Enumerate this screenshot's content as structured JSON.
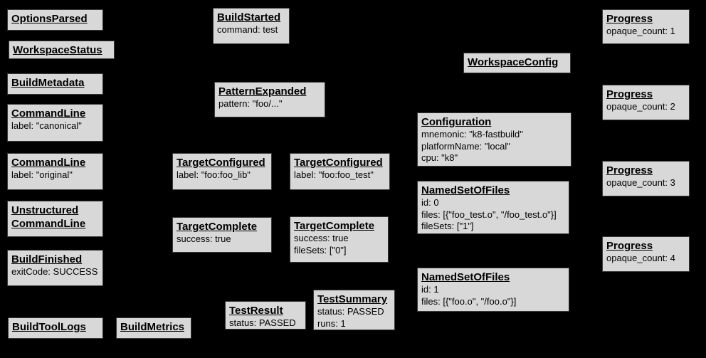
{
  "diagram": {
    "description": "Build event protocol event graph",
    "background_color": "#000000",
    "node_fill_color": "#d8d8d8",
    "node_border_color": "#3a3a3a",
    "text_color": "#000000"
  },
  "nodes": [
    {
      "title": "OptionsParsed"
    },
    {
      "title": "WorkspaceStatus"
    },
    {
      "title": "BuildMetadata"
    },
    {
      "title": "CommandLine",
      "lines": [
        "label: \"canonical\""
      ]
    },
    {
      "title": "CommandLine",
      "lines": [
        "label: \"original\""
      ]
    },
    {
      "title": "Unstructured\nCommandLine"
    },
    {
      "title": "BuildFinished",
      "lines": [
        "exitCode: SUCCESS"
      ]
    },
    {
      "title": "BuildToolLogs"
    },
    {
      "title": "BuildMetrics"
    },
    {
      "title": "BuildStarted",
      "lines": [
        "command: test"
      ]
    },
    {
      "title": "PatternExpanded",
      "lines": [
        "pattern: \"foo/...\""
      ]
    },
    {
      "title": "TargetConfigured",
      "lines": [
        "label: \"foo:foo_lib\""
      ]
    },
    {
      "title": "TargetConfigured",
      "lines": [
        "label: \"foo:foo_test\""
      ]
    },
    {
      "title": "TargetComplete",
      "lines": [
        "success: true"
      ]
    },
    {
      "title": "TargetComplete",
      "lines": [
        "success: true",
        "fileSets: [\"0\"]"
      ]
    },
    {
      "title": "TestResult",
      "lines": [
        "status: PASSED"
      ]
    },
    {
      "title": "TestSummary",
      "lines": [
        "status: PASSED",
        "runs: 1"
      ]
    },
    {
      "title": "WorkspaceConfig"
    },
    {
      "title": "Configuration",
      "lines": [
        "mnemonic: \"k8-fastbuild\"",
        "platformName: \"local\"",
        "cpu: \"k8\""
      ]
    },
    {
      "title": "NamedSetOfFiles",
      "lines": [
        "id: 0",
        "files: [{\"foo_test.o\", \"/foo_test.o\"}]",
        "fileSets: [\"1\"]"
      ]
    },
    {
      "title": "NamedSetOfFiles",
      "lines": [
        "id: 1",
        "files: [{\"foo.o\", \"/foo.o\"}]"
      ]
    },
    {
      "title": "Progress",
      "lines": [
        "opaque_count: 1"
      ]
    },
    {
      "title": "Progress",
      "lines": [
        "opaque_count: 2"
      ]
    },
    {
      "title": "Progress",
      "lines": [
        "opaque_count: 3"
      ]
    },
    {
      "title": "Progress",
      "lines": [
        "opaque_count: 4"
      ]
    }
  ]
}
